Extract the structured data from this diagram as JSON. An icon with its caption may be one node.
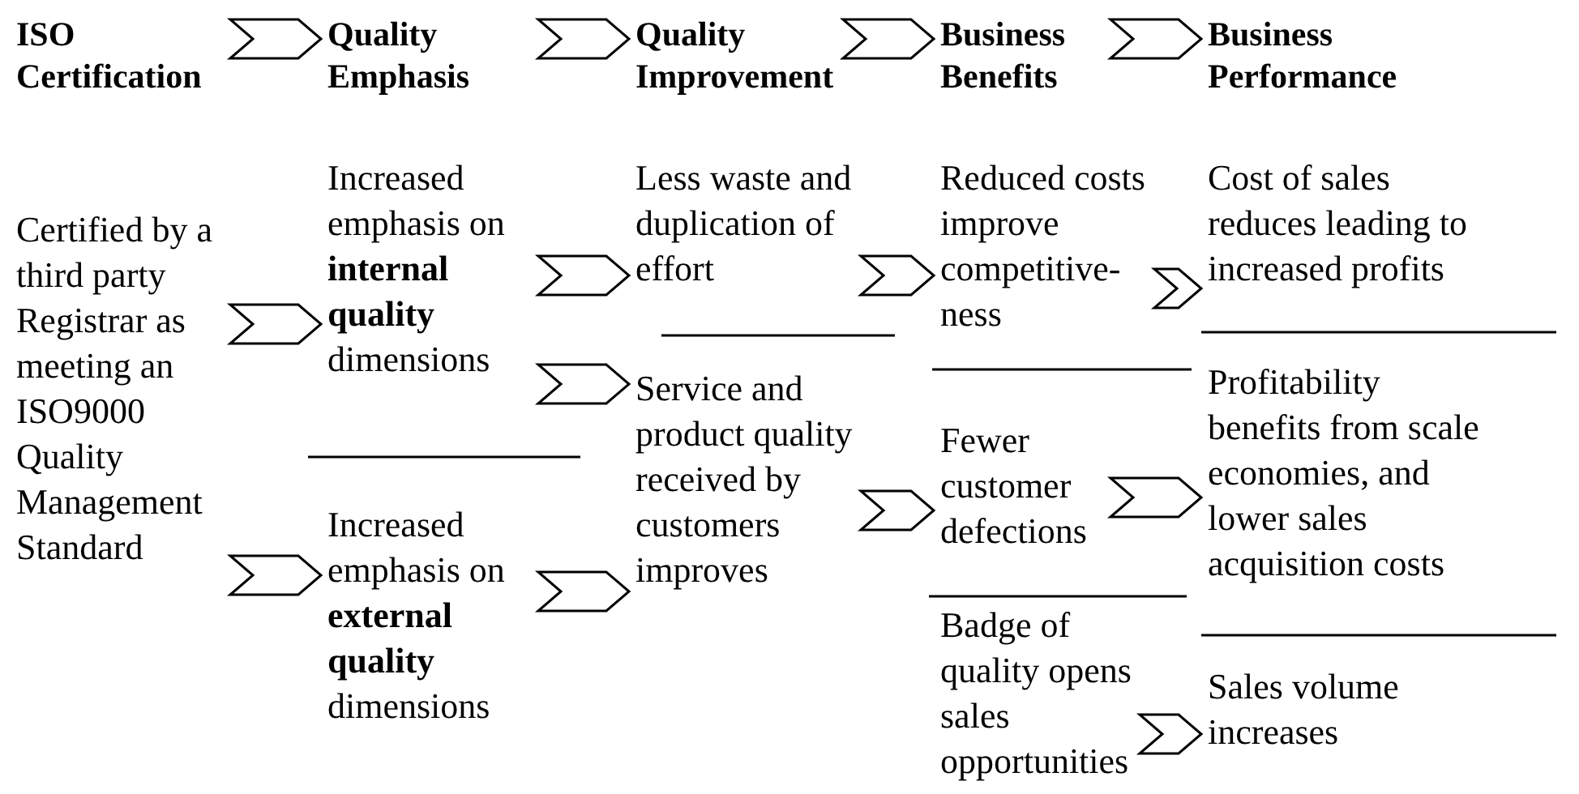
{
  "diagram": {
    "nodes": [
      {
        "text": [
          "ISO Certification"
        ]
      },
      {
        "text": [
          "Quality Emphasis"
        ]
      },
      {
        "text": [
          "Quality Improvement"
        ]
      },
      {
        "text": [
          "Business Benefits"
        ]
      },
      {
        "text": [
          "Business Performance"
        ]
      },
      {
        "text": [
          "Certified by a third party Registrar as meeting an ISO9000 Quality Management Standard"
        ]
      },
      {
        "text": [
          "Increased emphasis on **internal quality** dimensions"
        ]
      },
      {
        "text": [
          "Increased emphasis on **external quality** dimensions"
        ]
      },
      {
        "text": [
          "Less waste and duplication of effort"
        ]
      },
      {
        "text": [
          "Service and product quality received by customers improves"
        ]
      },
      {
        "text": [
          "Reduced costs improve competitive-ness"
        ]
      },
      {
        "text": [
          "Fewer customer defections"
        ]
      },
      {
        "text": [
          "Badge of quality opens sales opportunities"
        ]
      },
      {
        "text": [
          "Cost of sales reduces leading to increased profits"
        ]
      },
      {
        "text": [
          "Profitability benefits from scale economies, and lower sales acquisition costs"
        ]
      },
      {
        "text": [
          "Sales volume increases"
        ]
      }
    ],
    "edges": [
      {
        "from": 0,
        "to": 1,
        "arrow": "to"
      },
      {
        "from": 1,
        "to": 2,
        "arrow": "to"
      },
      {
        "from": 2,
        "to": 3,
        "arrow": "to"
      },
      {
        "from": 3,
        "to": 4,
        "arrow": "to"
      },
      {
        "from": 5,
        "to": 6,
        "arrow": "to"
      },
      {
        "from": 5,
        "to": 7,
        "arrow": "to"
      },
      {
        "from": 6,
        "to": 8,
        "arrow": "to"
      },
      {
        "from": 6,
        "to": 9,
        "arrow": "to"
      },
      {
        "from": 7,
        "to": 9,
        "arrow": "to"
      },
      {
        "from": 8,
        "to": 10,
        "arrow": "to"
      },
      {
        "from": 9,
        "to": 11,
        "arrow": "to"
      },
      {
        "from": 10,
        "to": 13,
        "arrow": "to"
      },
      {
        "from": 11,
        "to": 14,
        "arrow": "to"
      },
      {
        "from": 12,
        "to": 15,
        "arrow": "to"
      }
    ]
  }
}
